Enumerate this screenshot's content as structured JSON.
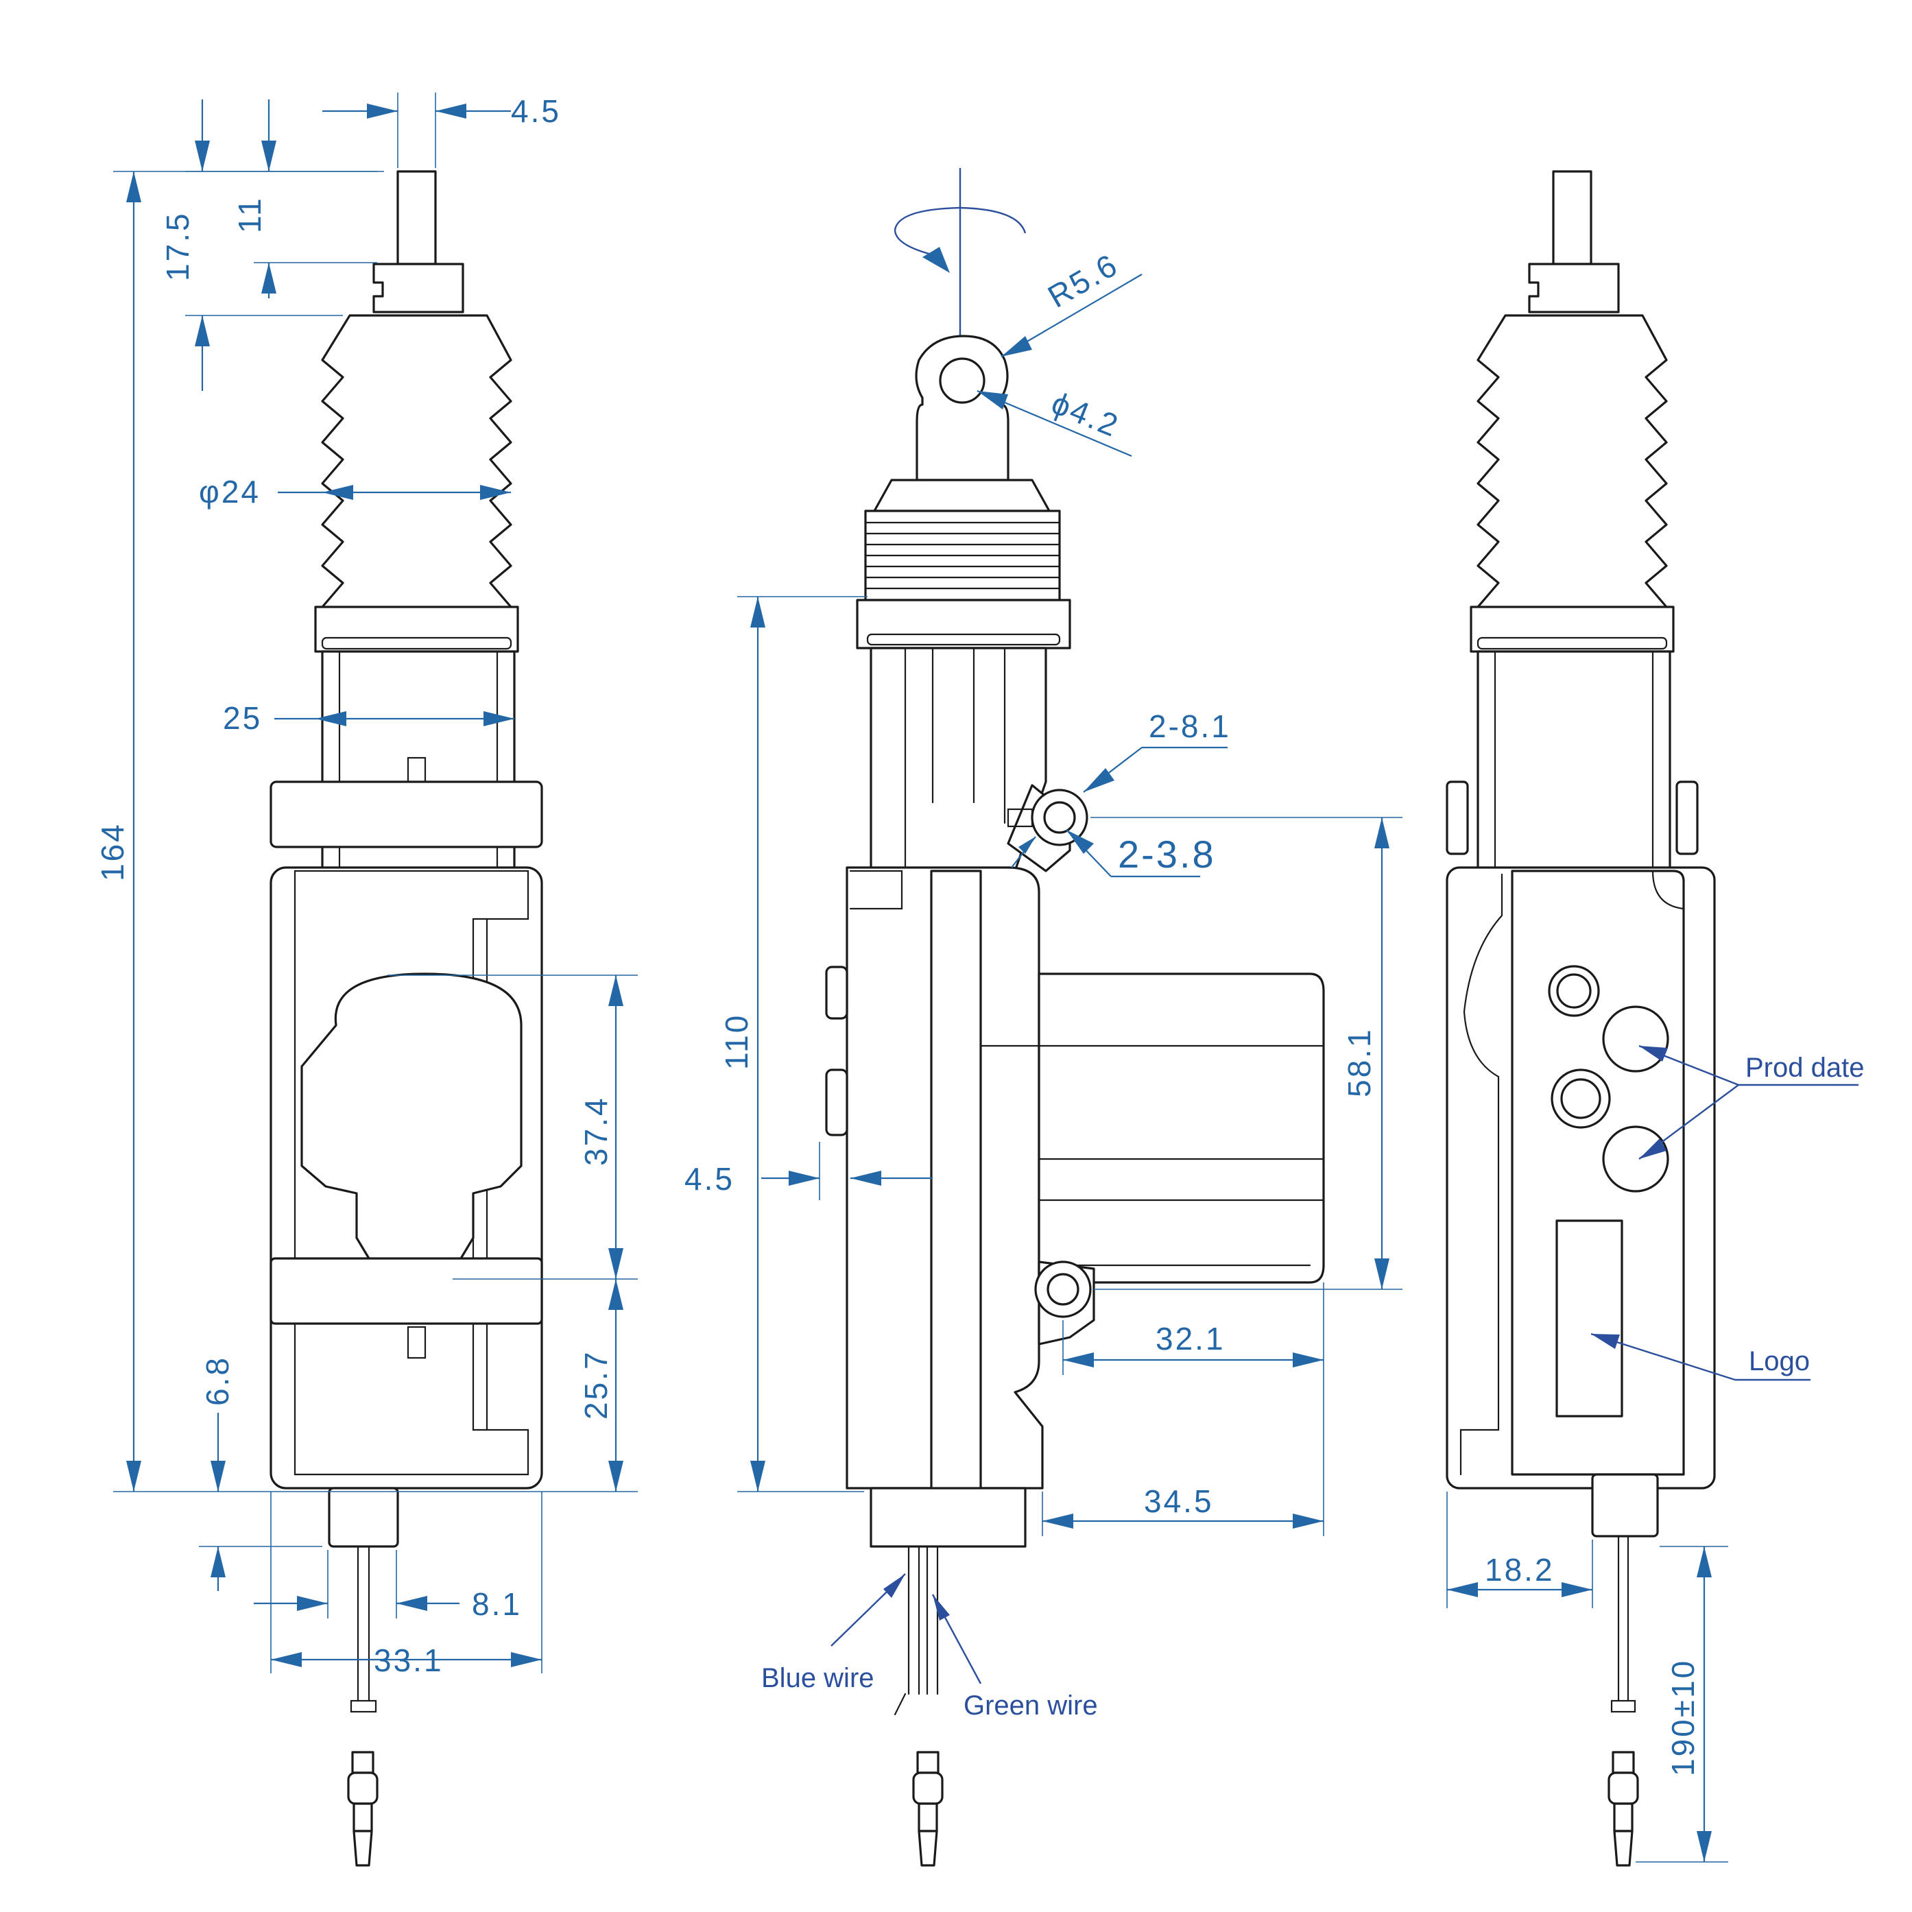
{
  "dimensions": {
    "stem_width": "4.5",
    "stem_height": "11",
    "top_height": "17.5",
    "bellows_diameter": "φ24",
    "body_neck_width": "25",
    "overall_length": "164",
    "window_height": "37.4",
    "lower_height": "25.7",
    "bottom_offset": "6.8",
    "wire_offset": "8.1",
    "body_width": "33.1",
    "eye_radius": "R5.6",
    "eye_hole": "ϕ4.2",
    "mount_hole_outer": "2-8.1",
    "mount_hole_inner": "2-3.8",
    "side_length": "110",
    "side_thickness": "4.5",
    "hole_spacing": "58.1",
    "motor_length": "32.1",
    "motor_length_total": "34.5",
    "rear_offset": "18.2",
    "wire_length": "190±10"
  },
  "labels": {
    "blue_wire": "Blue wire",
    "green_wire": "Green wire",
    "prod_date": "Prod date",
    "logo": "Logo"
  },
  "colors": {
    "dimension": "#2467a6",
    "label": "#2b4f9c",
    "outline": "#1a1a1a"
  }
}
